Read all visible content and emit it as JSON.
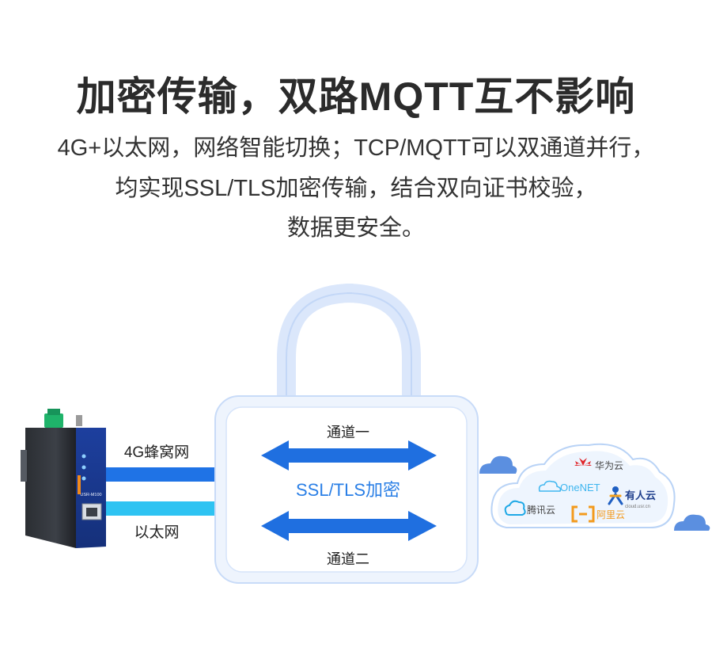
{
  "headline": "加密传输，双路MQTT互不影响",
  "description": {
    "line1": "4G+以太网，网络智能切换；TCP/MQTT可以双通道并行，",
    "line2": "均实现SSL/TLS加密传输，结合双向证书校验，",
    "line3": "数据更安全。"
  },
  "links": {
    "cellular": "4G蜂窝网",
    "ethernet": "以太网"
  },
  "lock": {
    "channel1": "通道一",
    "center": "SSL/TLS加密",
    "channel2": "通道二"
  },
  "device": {
    "model_text": "USR-M100"
  },
  "cloud": {
    "huawei": "华为云",
    "onenet": "OneNET",
    "youren": "有人云",
    "youren_sub": "cloud.usr.cn",
    "tencent": "腾讯云",
    "aliyun": "阿里云"
  },
  "colors": {
    "cellular_band": "#1f73e6",
    "ethernet_band": "#2ec3f2",
    "arrow": "#1f6fe0",
    "lock_outline": "#cfe0fa",
    "cloud_blue": "#5b8fe0",
    "title": "#2b2b2b"
  }
}
